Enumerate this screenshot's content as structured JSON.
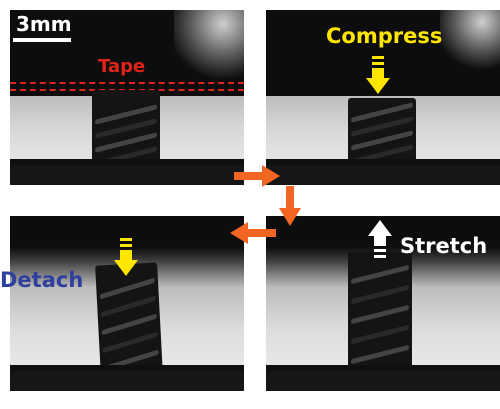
{
  "panels": {
    "tape": {
      "scale_label": "3mm",
      "step_label": "Tape"
    },
    "compress": {
      "step_label": "Compress"
    },
    "stretch": {
      "step_label": "Stretch"
    },
    "detach": {
      "step_label": "Detach"
    }
  },
  "colors": {
    "tape": "#e2231a",
    "process_arrow": "#f26522",
    "compress_arrow": "#ffe600",
    "stretch_arrow": "#ffffff",
    "detach_text": "#2e3f9e"
  }
}
